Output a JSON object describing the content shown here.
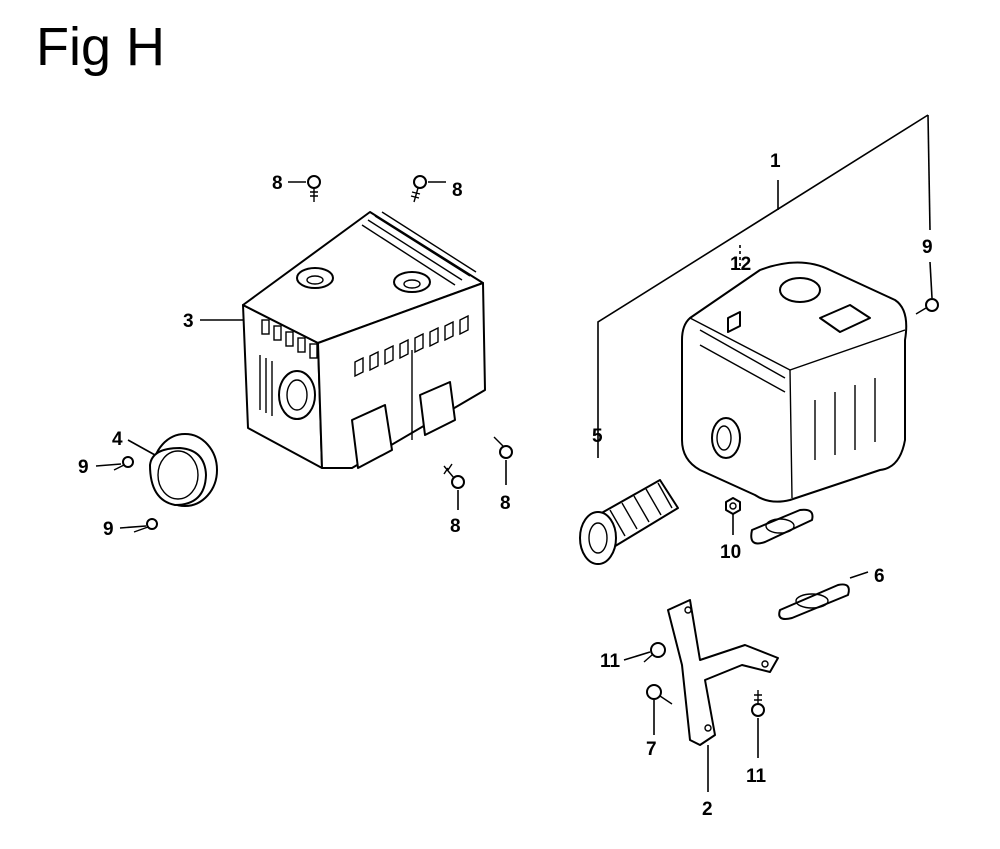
{
  "figure": {
    "title": "Fig H"
  },
  "callouts": {
    "c1": "1",
    "c2": "2",
    "c3": "3",
    "c4": "4",
    "c5": "5",
    "c6": "6",
    "c7": "7",
    "c8a": "8",
    "c8b": "8",
    "c8c": "8",
    "c8d": "8",
    "c9a": "9",
    "c9b": "9",
    "c9c": "9",
    "c10": "10",
    "c11a": "11",
    "c11b": "11",
    "c12": "12"
  }
}
